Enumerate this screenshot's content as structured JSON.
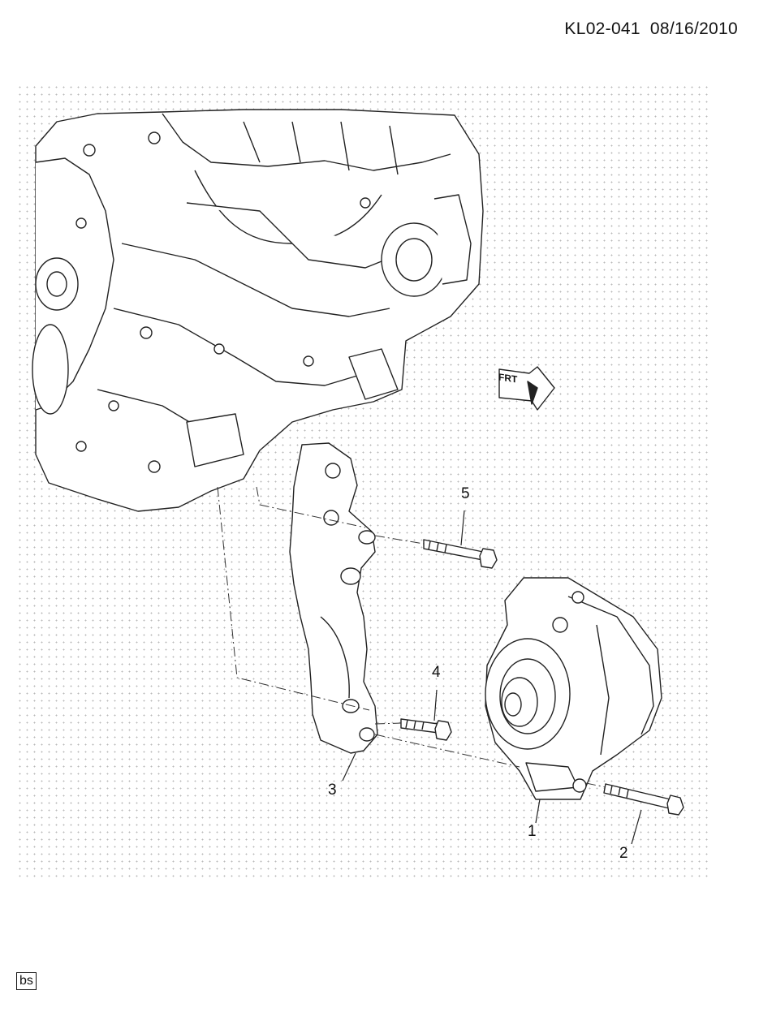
{
  "header": {
    "diagram_code": "KL02-041",
    "date": "08/16/2010"
  },
  "front_indicator": {
    "label": "FRT"
  },
  "callouts": [
    {
      "id": "1",
      "label": "1"
    },
    {
      "id": "2",
      "label": "2"
    },
    {
      "id": "3",
      "label": "3"
    },
    {
      "id": "4",
      "label": "4"
    },
    {
      "id": "5",
      "label": "5"
    }
  ],
  "footer": {
    "tag": "bs"
  }
}
